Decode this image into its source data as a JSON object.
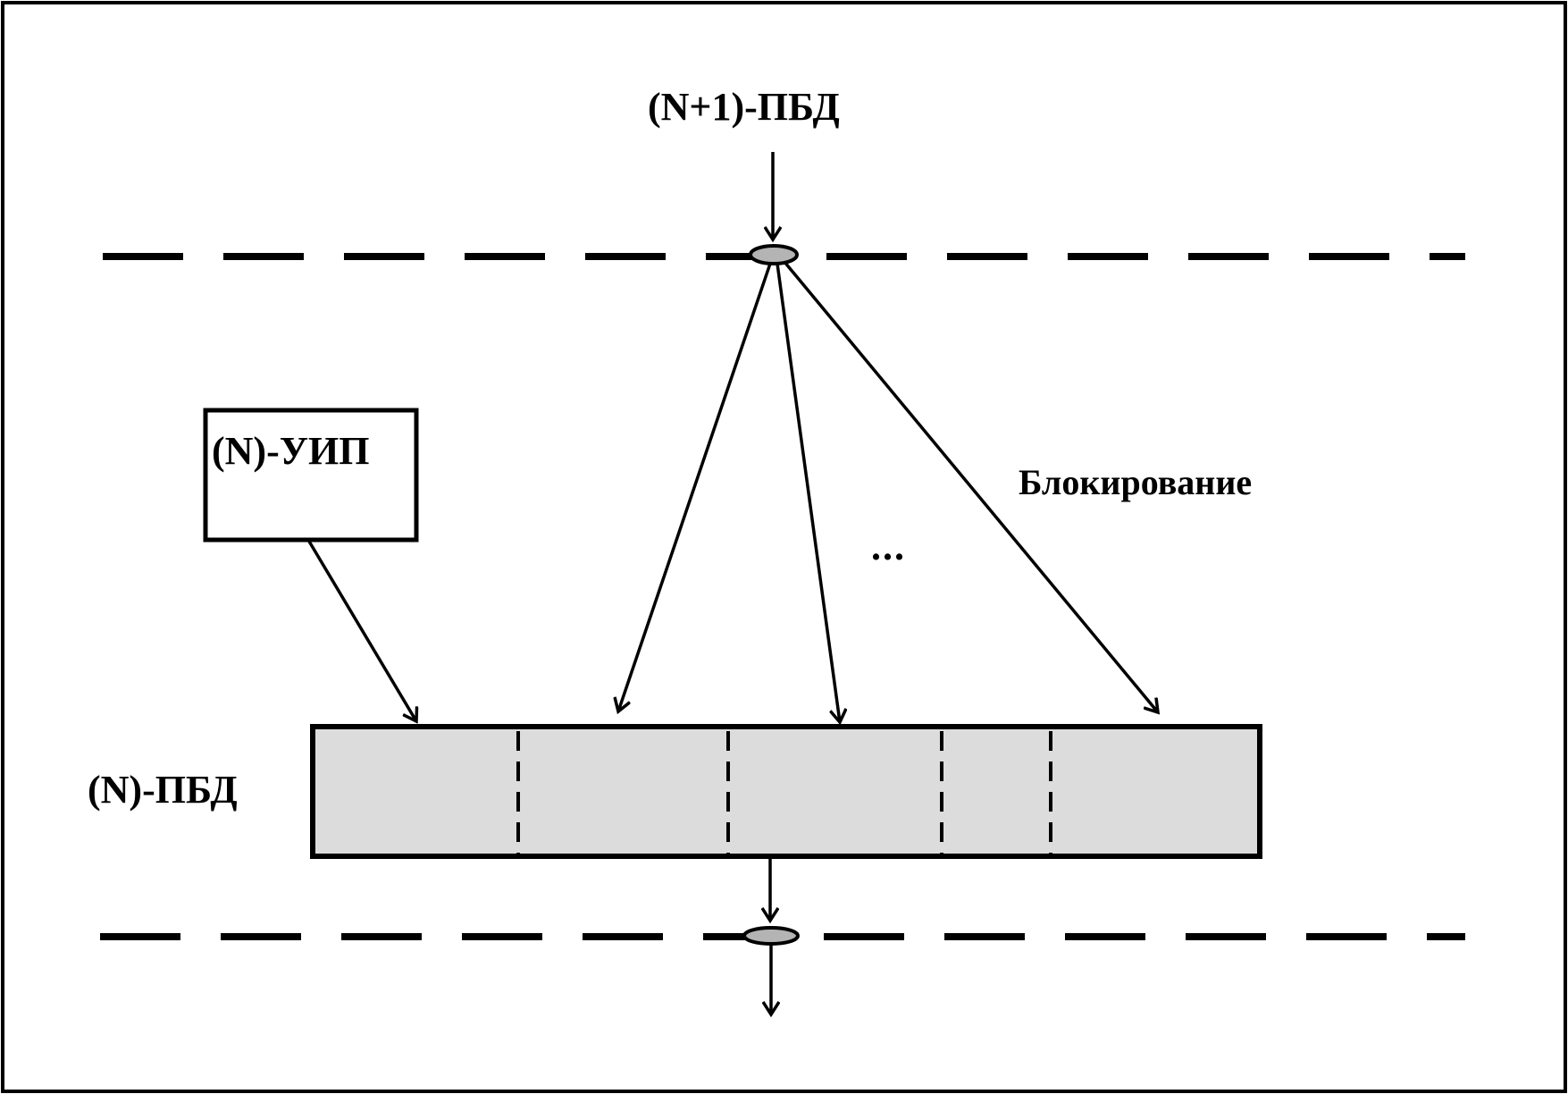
{
  "diagram": {
    "upper_pdu_label": "(N+1)-ПБД",
    "sap_box_label": "(N)-УИП",
    "blocking_label": "Блокирование",
    "ellipsis": "...",
    "lower_pdu_label": "(N)-ПБД",
    "pdu_segment_count": 5,
    "colors": {
      "stroke": "#000000",
      "pdu_fill": "#dcdcdc",
      "port_fill": "#b4b4b4",
      "background": "#ffffff"
    }
  }
}
